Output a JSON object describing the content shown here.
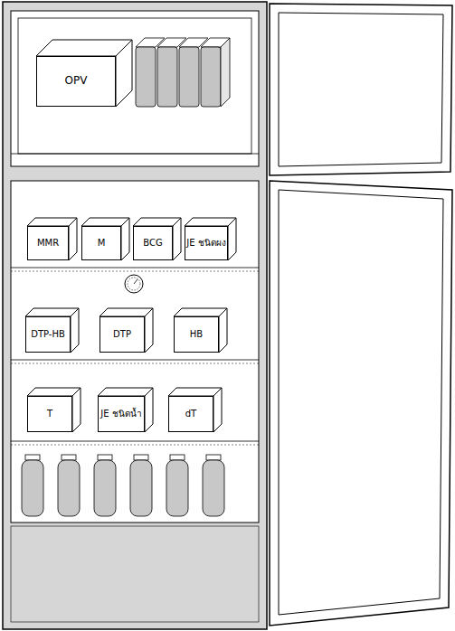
{
  "diagram": {
    "nodes": [
      {
        "text": [
          "OPV"
        ]
      },
      {
        "text": [
          "MMR"
        ]
      },
      {
        "text": [
          "M"
        ]
      },
      {
        "text": [
          "BCG"
        ]
      },
      {
        "text": [
          "JE ชนิดผง"
        ]
      },
      {
        "text": [
          "DTP-HB"
        ]
      },
      {
        "text": [
          "DTP"
        ]
      },
      {
        "text": [
          "HB"
        ]
      },
      {
        "text": [
          "T"
        ]
      },
      {
        "text": [
          "JE ชนิดน้ำ"
        ]
      },
      {
        "text": [
          "dT"
        ]
      }
    ]
  }
}
